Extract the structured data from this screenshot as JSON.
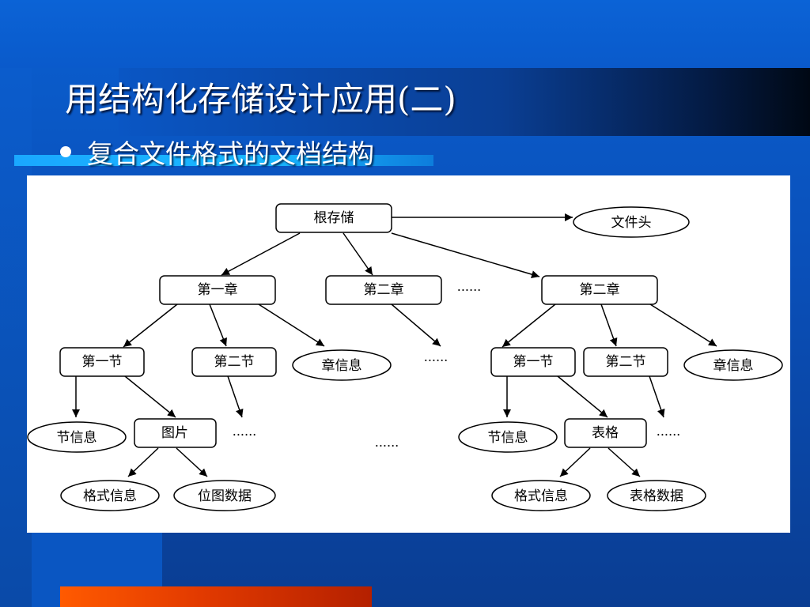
{
  "slide": {
    "title": "用结构化存储设计应用(二)",
    "bullet": "复合文件格式的文档结构"
  },
  "diagram": {
    "nodes": {
      "root": "根存储",
      "file_header": "文件头",
      "chapter1": "第一章",
      "chapter2_mid": "第二章",
      "chapter2_right": "第二章",
      "l_section1": "第一节",
      "l_section2": "第二节",
      "l_chapter_info": "章信息",
      "l_section_info": "节信息",
      "l_picture": "图片",
      "l_format_info": "格式信息",
      "l_bitmap_data": "位图数据",
      "r_section1": "第一节",
      "r_section2": "第二节",
      "r_chapter_info": "章信息",
      "r_section_info": "节信息",
      "r_table": "表格",
      "r_format_info": "格式信息",
      "r_table_data": "表格数据"
    },
    "ellipsis": "......"
  },
  "colors": {
    "background": "#0a4fb8",
    "accent_cyan": "#19b8ff",
    "accent_orange": "#e23a00",
    "panel": "#ffffff"
  }
}
